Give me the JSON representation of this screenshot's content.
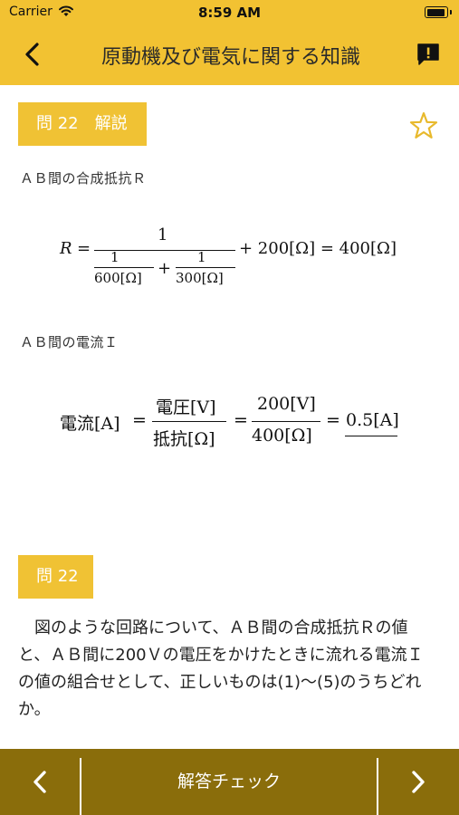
{
  "status_bar": {
    "carrier": "Carrier",
    "time": "8:59 AM"
  },
  "nav": {
    "title": "原動機及び電気に関する知識",
    "back_icon": "chevron-left-icon",
    "report_icon": "report-icon"
  },
  "explanation": {
    "tag": "問 22　解説",
    "resistance_label": "ＡＢ間の合成抵抗Ｒ",
    "formula1": {
      "lhs": "R",
      "eq": "=",
      "numerator": "1",
      "den_term1_num": "1",
      "den_term1_den": "600[Ω]",
      "den_plus": "+",
      "den_term2_num": "1",
      "den_term2_den": "300[Ω]",
      "rest": "+ 200[Ω] = 400[Ω]"
    },
    "current_label": "ＡＢ間の電流Ｉ",
    "formula2": {
      "lhs": "電流[A]",
      "eq1": "=",
      "frac1_num": "電圧[V]",
      "frac1_den": "抵抗[Ω]",
      "eq2": "=",
      "frac2_num": "200[V]",
      "frac2_den": "400[Ω]",
      "eq3": "=",
      "answer": "0.5[A]"
    }
  },
  "question": {
    "tag": "問 22",
    "text": "図のような回路について、ＡＢ間の合成抵抗Ｒの値と、ＡＢ間に200Ｖの電圧をかけたときに流れる電流Ｉの値の組合せとして、正しいものは(1)〜(5)のうちどれか。"
  },
  "footer": {
    "check_label": "解答チェック",
    "prev_icon": "chevron-left-icon",
    "next_icon": "chevron-right-icon"
  },
  "colors": {
    "header": "#f2c232",
    "tag": "#f0c234",
    "footer": "#8a6d0b",
    "star": "#e8b92c"
  }
}
